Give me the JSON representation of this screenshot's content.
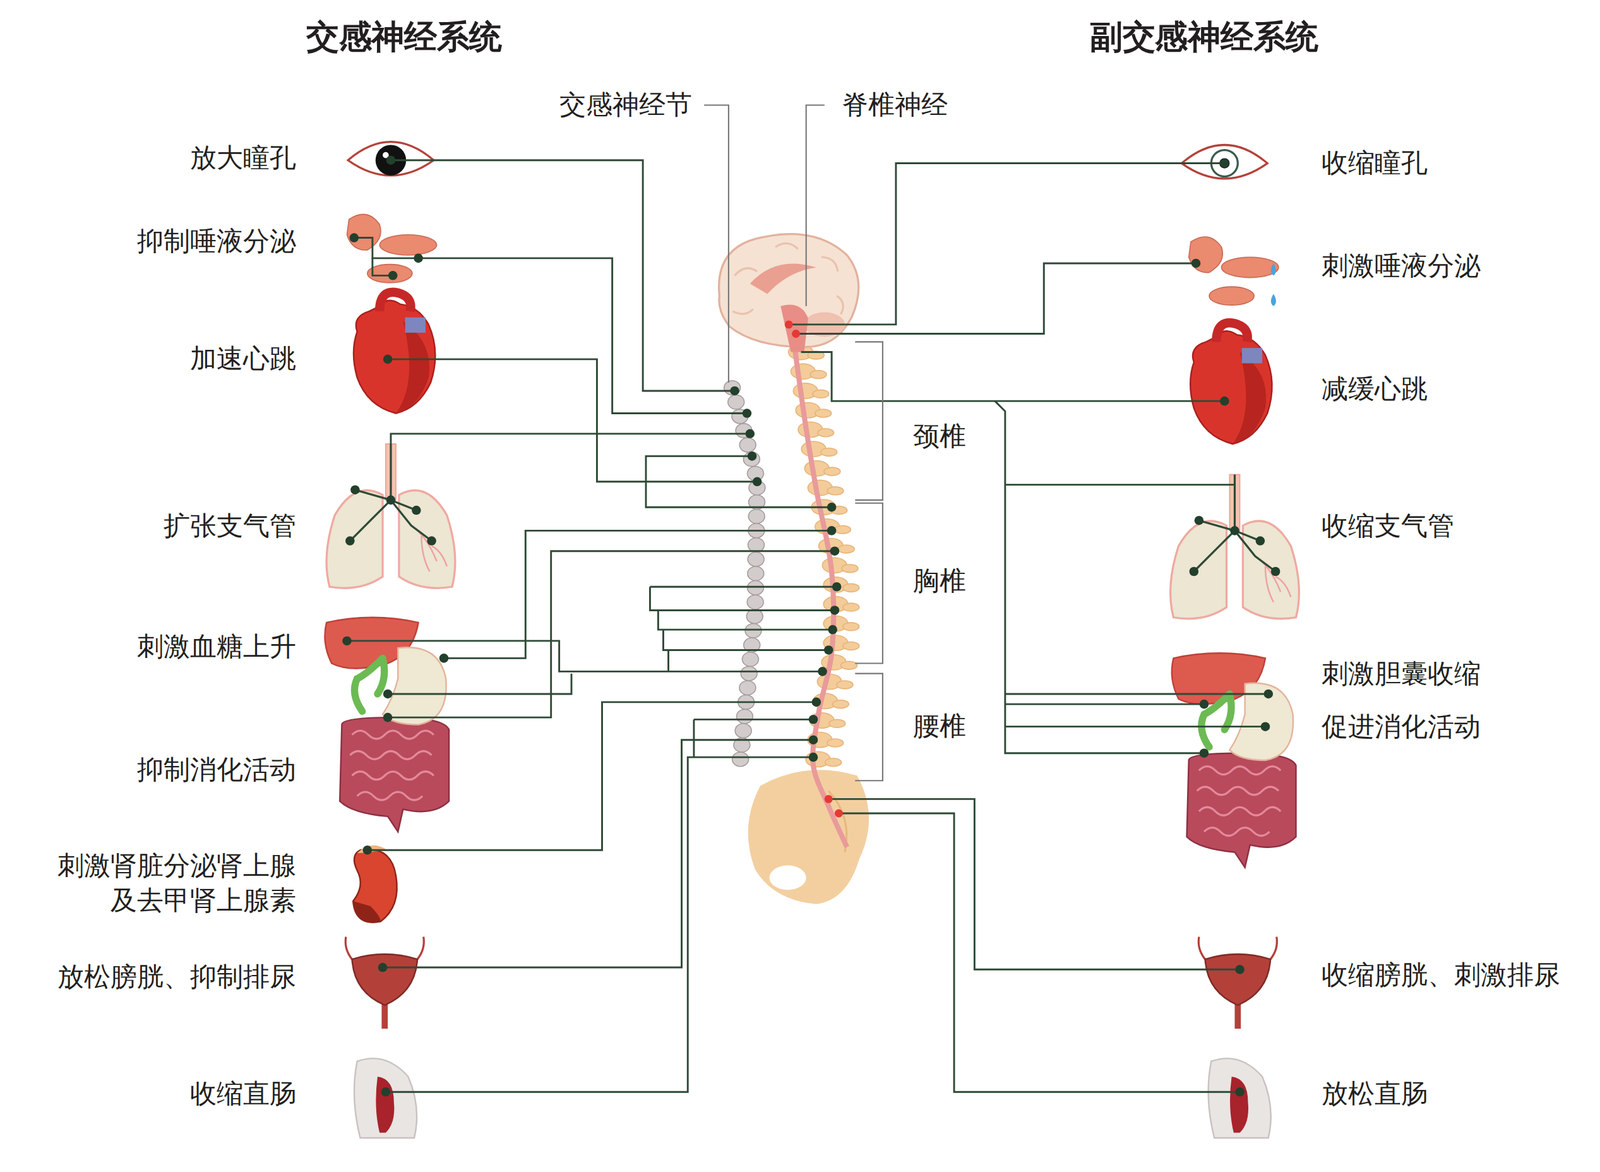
{
  "diagram": {
    "labels": [
      "交感神经系统",
      "副交感神经系统",
      "交感神经节",
      "脊椎神经",
      "放大瞳孔",
      "收缩瞳孔",
      "抑制唾液分泌",
      "刺激唾液分泌",
      "加速心跳",
      "减缓心跳",
      "颈椎",
      "扩张支气管",
      "收缩支气管",
      "胸椎",
      "刺激血糖上升",
      "刺激胆囊收缩",
      "促进消化活动",
      "腰椎",
      "抑制消化活动",
      "刺激肾脏分泌肾上腺 及去甲肾上腺素",
      "放松膀胱、抑制排尿",
      "收缩膀胱、刺激排尿",
      "收缩直肠",
      "放松直肠"
    ]
  }
}
